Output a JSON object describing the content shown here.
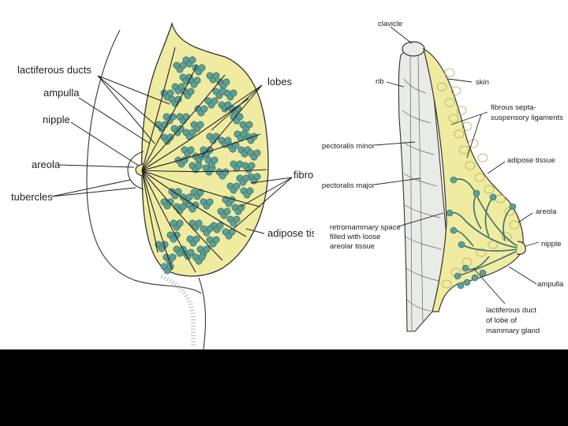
{
  "colors": {
    "tissue": "#efeca2",
    "lobule": "#5f9f95",
    "lobule_edge": "#2d5f57",
    "ink": "#222222",
    "muscle": "#e9ece6",
    "background_band": "#000000"
  },
  "left_diagram": {
    "labels": {
      "lactiferous_ducts": "lactiferous ducts",
      "ampulla": "ampulla",
      "nipple": "nipple",
      "areola": "areola",
      "tubercles": "tubercles",
      "lobes": "lobes",
      "fibrous": "fibro",
      "adipose_tissue": "adipose tiss"
    }
  },
  "right_diagram": {
    "labels": {
      "clavicle": "clavicle",
      "rib": "rib",
      "skin": "skin",
      "fibrous_septa_1": "fibrous septa-",
      "fibrous_septa_2": "suspensory ligaments",
      "pectoralis_minor": "pectoralis minor",
      "adipose_tissue": "adipose tissue",
      "pectoralis_major": "pectoralis major",
      "areola": "areola",
      "retromammary_1": "retromammary space",
      "retromammary_2": "filled with loose",
      "retromammary_3": "areolar tissue",
      "nipple": "nipple",
      "ampulla": "ampulla",
      "duct_1": "lactiferous duct",
      "duct_2": "of lobe of",
      "duct_3": "mammary gland"
    }
  }
}
